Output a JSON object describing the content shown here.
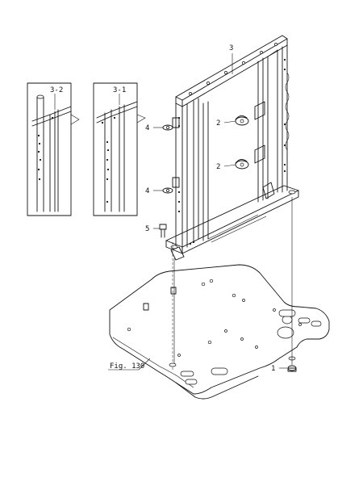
{
  "labels": {
    "part_3": "3",
    "part_3_1": "3-1",
    "part_3_2": "3-2",
    "part_2_upper": "2",
    "part_2_lower": "2",
    "part_4_upper": "4",
    "part_4_lower": "4",
    "part_5": "5",
    "part_1": "1",
    "fig_ref": "Fig. 130"
  }
}
